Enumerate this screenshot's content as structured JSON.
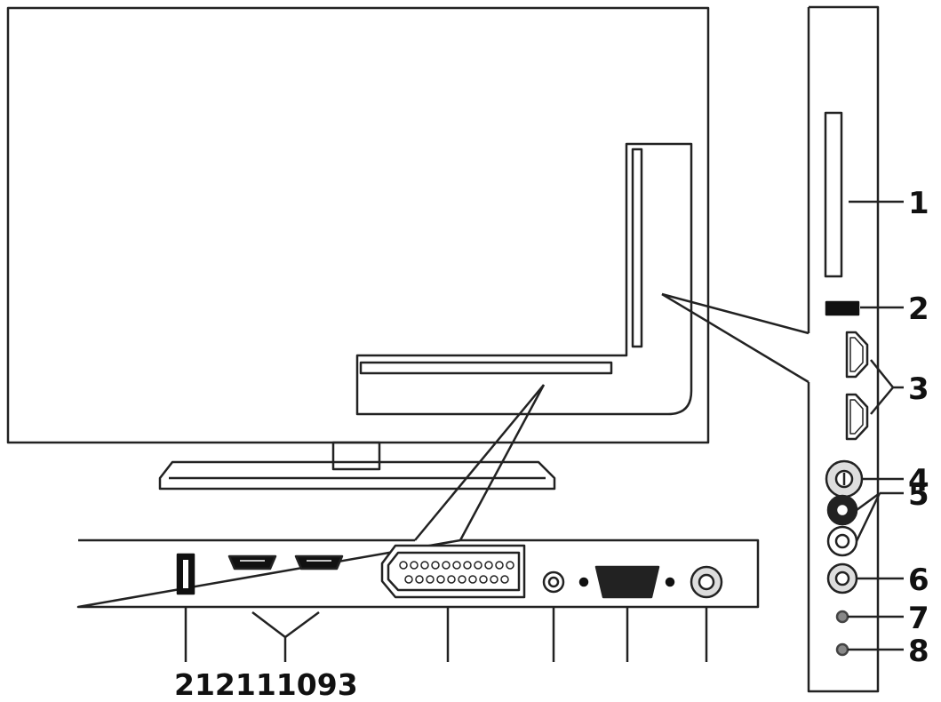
{
  "side_callouts": [
    {
      "label": "1",
      "item": "card-slot"
    },
    {
      "label": "2",
      "item": "usb-port"
    },
    {
      "label": "3",
      "item": "hdmi-ports-side"
    },
    {
      "label": "4",
      "item": "antenna-input-side"
    },
    {
      "label": "5",
      "item": "audio-rca-inputs"
    },
    {
      "label": "6",
      "item": "video-rca-input"
    },
    {
      "label": "7",
      "item": "jack-7"
    },
    {
      "label": "8",
      "item": "jack-8"
    }
  ],
  "bottom_label": "212111093",
  "colors": {
    "line": "#222222",
    "fill": "#ffffff",
    "dark": "#111111",
    "mid": "#888888"
  }
}
